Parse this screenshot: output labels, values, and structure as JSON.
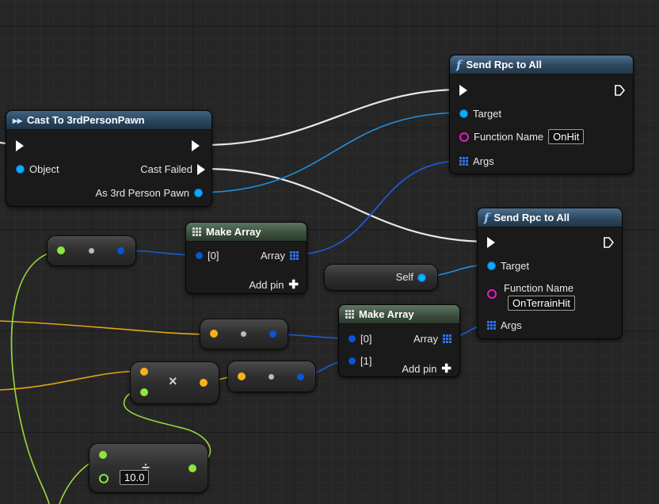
{
  "nodes": {
    "cast": {
      "title": "Cast To 3rdPersonPawn",
      "object_label": "Object",
      "cast_failed_label": "Cast Failed",
      "as_label": "As 3rd Person Pawn"
    },
    "rpc1": {
      "title": "Send Rpc to All",
      "target_label": "Target",
      "function_name_label": "Function Name",
      "function_name_value": "OnHit",
      "args_label": "Args"
    },
    "rpc2": {
      "title": "Send Rpc to All",
      "target_label": "Target",
      "function_name_label": "Function Name",
      "function_name_value": "OnTerrainHit",
      "args_label": "Args"
    },
    "make_array_1": {
      "title": "Make Array",
      "in0_label": "[0]",
      "array_label": "Array",
      "add_pin_label": "Add pin"
    },
    "make_array_2": {
      "title": "Make Array",
      "in0_label": "[0]",
      "in1_label": "[1]",
      "array_label": "Array",
      "add_pin_label": "Add pin"
    },
    "self": {
      "label": "Self"
    },
    "multiply": {
      "symbol": "×"
    },
    "divide": {
      "symbol": "÷",
      "value": "10.0"
    }
  },
  "colors": {
    "exec": "#ffffff",
    "object": "#10a8ff",
    "string": "#ee19c6",
    "wildcard_array": "#0a55d4",
    "float": "#f6b21a",
    "float_green": "#8ae83a"
  }
}
